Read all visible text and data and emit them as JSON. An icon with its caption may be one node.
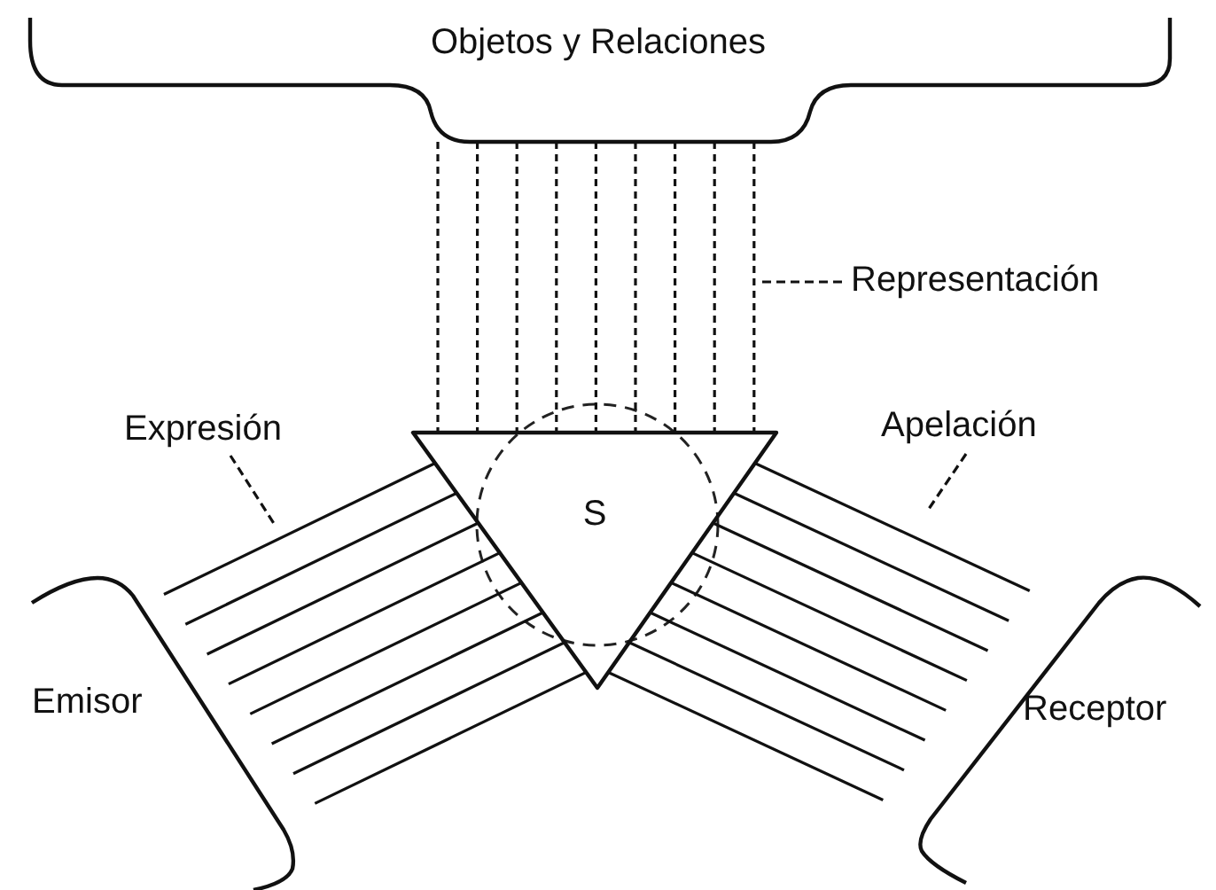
{
  "diagram": {
    "nodes": [
      {
        "text": [
          "Objetos y Relaciones"
        ]
      },
      {
        "text": [
          "S"
        ]
      },
      {
        "text": [
          "Emisor"
        ]
      },
      {
        "text": [
          "Receptor"
        ]
      },
      {
        "text": [
          "Representación"
        ]
      },
      {
        "text": [
          "Expresión"
        ]
      },
      {
        "text": [
          "Apelación"
        ]
      }
    ],
    "edges": [
      {
        "from": 0,
        "to": 1,
        "arrow": "none",
        "style": "dashed"
      },
      {
        "from": 0,
        "to": 1,
        "arrow": "none",
        "style": "dashed"
      },
      {
        "from": 0,
        "to": 1,
        "arrow": "none",
        "style": "dashed"
      },
      {
        "from": 0,
        "to": 1,
        "arrow": "none",
        "style": "dashed"
      },
      {
        "from": 0,
        "to": 1,
        "arrow": "none",
        "style": "dashed"
      },
      {
        "from": 0,
        "to": 1,
        "arrow": "none",
        "style": "dashed"
      },
      {
        "from": 0,
        "to": 1,
        "arrow": "none",
        "style": "dashed"
      },
      {
        "from": 0,
        "to": 1,
        "arrow": "none",
        "style": "dashed"
      },
      {
        "from": 0,
        "to": 1,
        "arrow": "none",
        "style": "dashed"
      },
      {
        "from": 2,
        "to": 1,
        "arrow": "none"
      },
      {
        "from": 2,
        "to": 1,
        "arrow": "none"
      },
      {
        "from": 2,
        "to": 1,
        "arrow": "none"
      },
      {
        "from": 2,
        "to": 1,
        "arrow": "none"
      },
      {
        "from": 2,
        "to": 1,
        "arrow": "none"
      },
      {
        "from": 2,
        "to": 1,
        "arrow": "none"
      },
      {
        "from": 2,
        "to": 1,
        "arrow": "none"
      },
      {
        "from": 2,
        "to": 1,
        "arrow": "none"
      },
      {
        "from": 1,
        "to": 3,
        "arrow": "none"
      },
      {
        "from": 1,
        "to": 3,
        "arrow": "none"
      },
      {
        "from": 1,
        "to": 3,
        "arrow": "none"
      },
      {
        "from": 1,
        "to": 3,
        "arrow": "none"
      },
      {
        "from": 1,
        "to": 3,
        "arrow": "none"
      },
      {
        "from": 1,
        "to": 3,
        "arrow": "none"
      },
      {
        "from": 1,
        "to": 3,
        "arrow": "none"
      },
      {
        "from": 1,
        "to": 3,
        "arrow": "none"
      },
      {
        "from": 4,
        "to": null,
        "arrow": "none",
        "style": "dashed"
      },
      {
        "from": 5,
        "to": null,
        "arrow": "none",
        "style": "dashed"
      },
      {
        "from": 6,
        "to": null,
        "arrow": "none",
        "style": "dashed"
      }
    ]
  }
}
